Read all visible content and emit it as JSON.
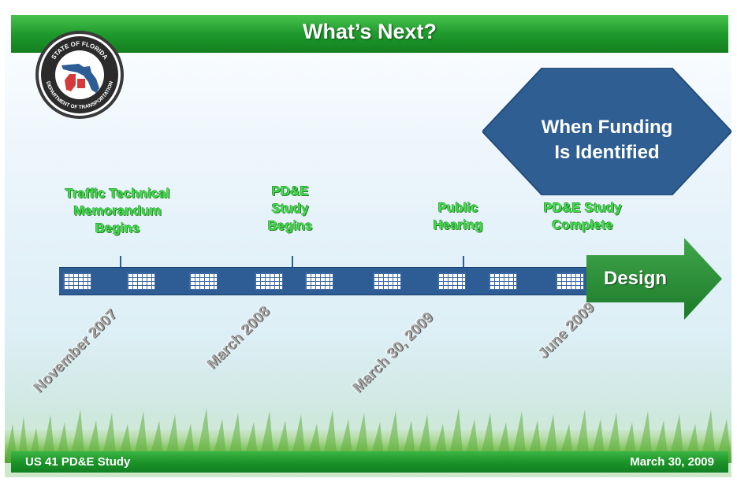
{
  "title": "What’s Next?",
  "seal": {
    "icon": "florida-dot-seal-icon",
    "text_top": "STATE OF FLORIDA",
    "text_bottom": "DEPARTMENT OF TRANSPORTATION"
  },
  "funding": {
    "line1": "When Funding",
    "line2": "Is Identified"
  },
  "milestones": [
    {
      "lines": [
        "Traffic Technical",
        "Memorandum",
        "Begins"
      ]
    },
    {
      "lines": [
        "PD&E",
        "Study",
        "Begins"
      ]
    },
    {
      "lines": [
        "Public",
        "Hearing"
      ]
    },
    {
      "lines": [
        "PD&E Study",
        "Complete"
      ]
    }
  ],
  "dates": [
    "November 2007",
    "March 2008",
    "March 30, 2009",
    "June 2009"
  ],
  "design_label": "Design",
  "footer": {
    "left": "US 41 PD&E Study",
    "right": "March 30, 2009"
  },
  "colors": {
    "title_green": "#1f9a2c",
    "timeline_blue": "#2e5c94",
    "funding_blue": "#2f5f92",
    "milestone_green": "#3fe04a",
    "design_arrow_green": "#2e8f3a"
  }
}
